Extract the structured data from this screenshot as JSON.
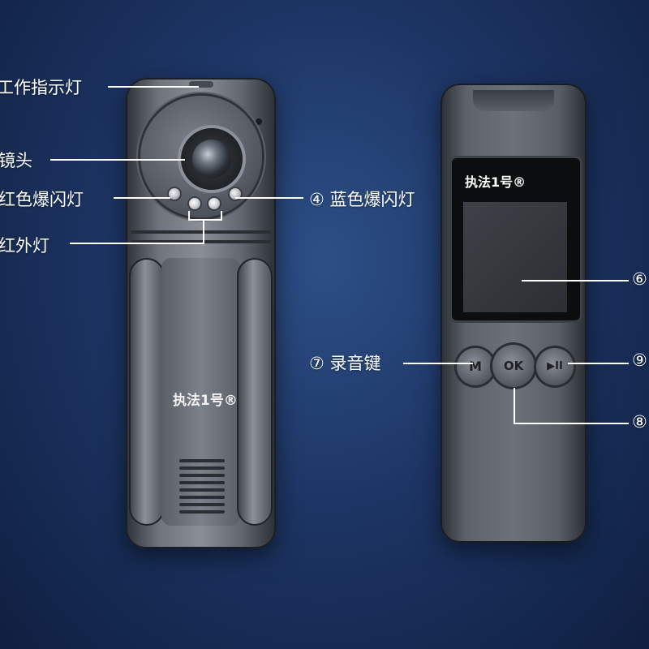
{
  "labels": {
    "indicator": "工作指示灯",
    "lens": "镜头",
    "red_flash": "红色爆闪灯",
    "ir_light": "红外灯",
    "blue_flash": "④ 蓝色爆闪灯",
    "screen": "⑥",
    "record_key": "⑦ 录音键",
    "play_key": "⑨",
    "ok_key": "⑧"
  },
  "device_front": {
    "brand": "执法1号®"
  },
  "device_back": {
    "brand": "执法1号®",
    "buttons": {
      "m": "M",
      "ok": "OK",
      "play": "▶II"
    }
  },
  "colors": {
    "background": "#1d3564",
    "device": "#6f747c",
    "text": "#ffffff"
  }
}
